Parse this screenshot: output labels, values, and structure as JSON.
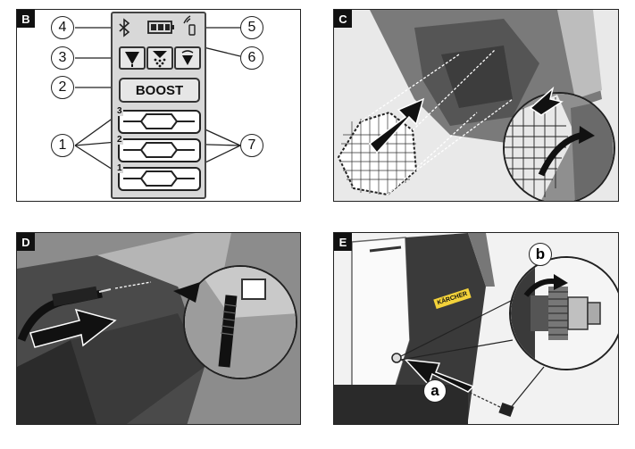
{
  "panels": {
    "b": {
      "label": "B"
    },
    "c": {
      "label": "C"
    },
    "d": {
      "label": "D"
    },
    "e": {
      "label": "E"
    }
  },
  "callouts": {
    "c1": "1",
    "c2": "2",
    "c3": "3",
    "c4": "4",
    "c5": "5",
    "c6": "6",
    "c7": "7"
  },
  "device": {
    "boost_label": "BOOST",
    "slot_numbers": [
      "3",
      "2",
      "1"
    ]
  },
  "panel_e": {
    "brand": "KÄRCHER",
    "letter_a": "a",
    "letter_b": "b"
  }
}
